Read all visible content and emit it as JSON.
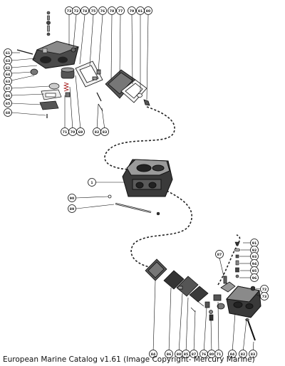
{
  "caption": "European Marine Catalog v1.61 (Image Copyright- Mercury Marine)",
  "callouts": {
    "top_row": [
      "73",
      "72",
      "74",
      "75",
      "76",
      "78",
      "77",
      "79",
      "81",
      "80"
    ],
    "left_column": [
      "61",
      "63",
      "62",
      "64",
      "63",
      "67",
      "66",
      "65",
      "68"
    ],
    "left_lower_row": [
      "71",
      "70",
      "69"
    ],
    "mid_lower_row": [
      "82",
      "83"
    ],
    "main_body": "1",
    "center_left": [
      "90",
      "89"
    ],
    "lower_right_top": "87",
    "right_column": [
      "91",
      "92",
      "93",
      "94",
      "95",
      "96",
      "72",
      "73"
    ],
    "bottom_row": [
      "84",
      "86",
      "88",
      "85",
      "87",
      "76",
      "80",
      "71",
      "84",
      "82",
      "83"
    ]
  }
}
